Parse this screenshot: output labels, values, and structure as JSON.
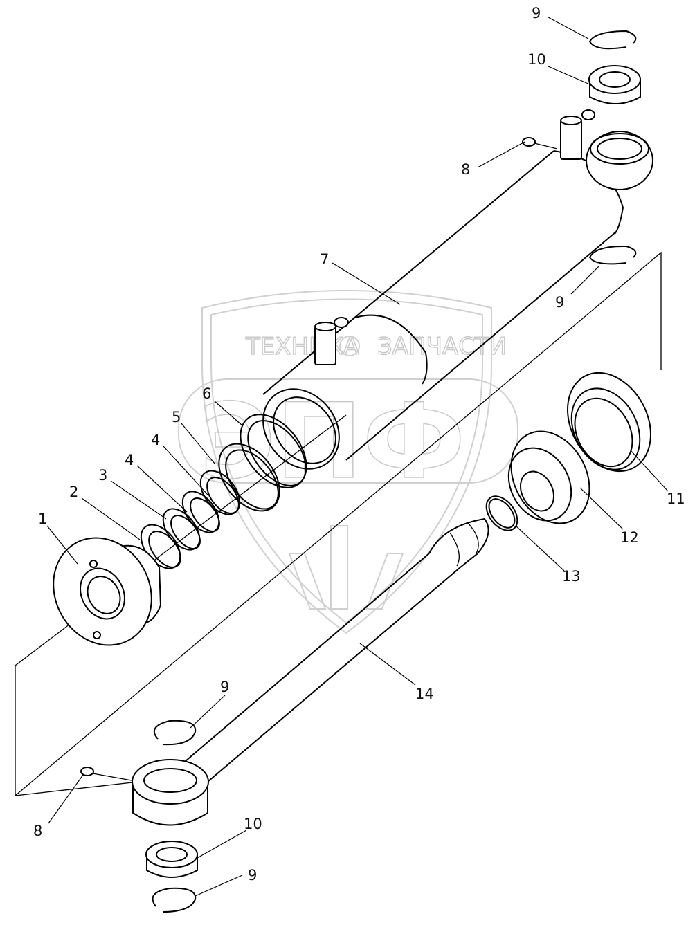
{
  "watermark": {
    "line1_left": "ТЕХНИКА",
    "line1_right": "ЗАПЧАСТИ",
    "logo": "ЭПФ"
  },
  "callouts": [
    "1",
    "2",
    "3",
    "4",
    "4",
    "5",
    "6",
    "7",
    "8",
    "8",
    "9",
    "9",
    "9",
    "9",
    "10",
    "10",
    "11",
    "12",
    "13",
    "14"
  ],
  "labels": {
    "c1": "1",
    "c2": "2",
    "c3": "3",
    "c4a": "4",
    "c4b": "4",
    "c5": "5",
    "c6": "6",
    "c7": "7",
    "c8_top": "8",
    "c8_bottom": "8",
    "c9_top": "9",
    "c9_mid": "9",
    "c9_lower": "9",
    "c9_bottom": "9",
    "c10_top": "10",
    "c10_bottom": "10",
    "c11": "11",
    "c12": "12",
    "c13": "13",
    "c14": "14"
  },
  "colors": {
    "line": "#000000",
    "watermark": "#c9c9c9",
    "background": "#ffffff"
  }
}
